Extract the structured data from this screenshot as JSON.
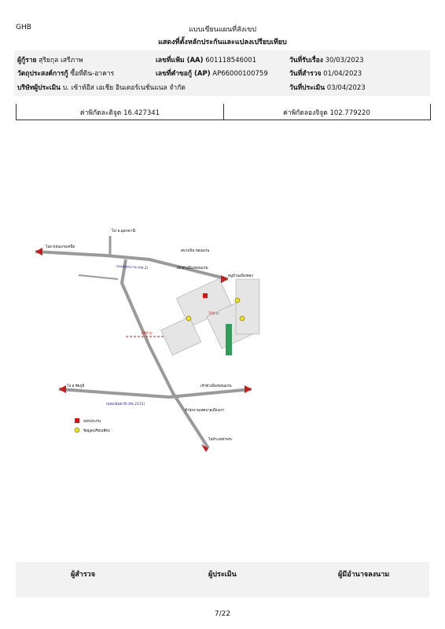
{
  "header": {
    "bank": "GHB",
    "title_line1": "แบบเขียนแผนที่สังเขป",
    "title_line2": "แสดงที่ตั้งหลักประกันและแปลงเปรียบเทียบ"
  },
  "info": {
    "borrower_label": "ผู้กู้ราย",
    "borrower": "สุริยกุล เสรีภาพ",
    "file_no_label": "เลขที่แฟ้ม (AA)",
    "file_no": "601118546001",
    "received_label": "วันที่รับเรื่อง",
    "received": "30/03/2023",
    "purpose_label": "วัตถุประสงค์การกู้",
    "purpose": "ซื้อที่ดิน-อาคาร",
    "request_no_label": "เลขที่คำขอกู้ (AP)",
    "request_no": "AP66000100759",
    "survey_label": "วันที่สำรวจ",
    "survey": "01/04/2023",
    "appraiser_label": "บริษัทผู้ประเมิน",
    "appraiser": "บ. เซ้าท์อีส เอเชีย อินเตอร์เนชั่นแนล จำกัด",
    "appraisal_label": "วันที่ประเมิน",
    "appraisal": "03/04/2023"
  },
  "coords": {
    "lat": "ค่าพิกัดละติจูด 16.427341",
    "lon": "ค่าพิกัดลองจิจูด 102.779220"
  },
  "map": {
    "label_udon": "ไป จ.อุดรธานี",
    "label_mitraphap": "ถนนมิตรภาพ (ทล.2)",
    "label_khonkaen_north": "ไปอ.ขอนแก่นเหนือ",
    "label_airport": "สนามบิน ขอนแก่น",
    "label_city_center": "เข้าตัวเมืองขอนแก่น",
    "label_chaiyaphum": "ไป อ.ชัยภูมิ",
    "label_koon": "ถนนกลั่นธานี (ทล.2131)",
    "label_city_center2": "เข้าตัวเมืองขอนแก่น",
    "label_tha_phra": "ไปอำเภอท่าพระ",
    "label_840": "840 ม.",
    "label_700": "700 ม.",
    "label_village": "หมู่บ้านเมืองทอง",
    "label_collateral_legend": "หลักประกัน",
    "label_compare_legend": "ข้อมูลเปรียบเทียบ",
    "label_office": "สำนักงานเทศบาลเมืองเก่า",
    "colors": {
      "road": "#9a9a9a",
      "collateral": "#e01010",
      "compare": "#f2e600",
      "arrow": "#d01818"
    }
  },
  "signatures": {
    "surveyor": "ผู้สำรวจ",
    "appraiser": "ผู้ประเมิน",
    "approver": "ผู้มีอำนาจลงนาม"
  },
  "footer": {
    "page": "7/22"
  }
}
